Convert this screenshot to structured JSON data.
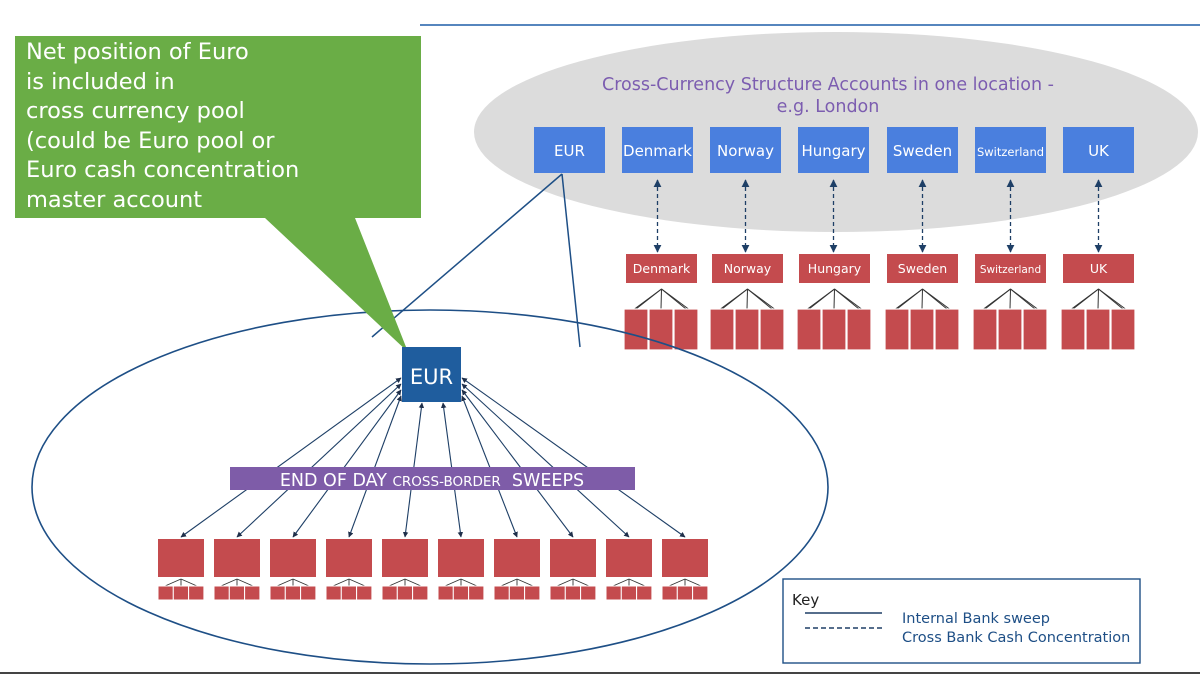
{
  "callout": {
    "text": "Net position of Euro\n is included in\ncross currency pool\n(could be Euro pool or\nEuro cash concentration\nmaster account"
  },
  "structure": {
    "title_line1": "Cross-Currency Structure  Accounts in one location -",
    "title_line2": "e.g. London",
    "currencies": [
      "EUR",
      "Denmark",
      "Norway",
      "Hungary",
      "Sweden",
      "Switzerland",
      "UK"
    ],
    "local_banks": [
      "Denmark",
      "Norway",
      "Hungary",
      "Sweden",
      "Switzerland",
      "UK"
    ]
  },
  "euro_pool": {
    "master_label": "EUR",
    "sweeps_banner": {
      "part1": "END OF DAY ",
      "part2": "CROSS-BORDER",
      "part3": "  SWEEPS"
    },
    "account_count": 10
  },
  "key": {
    "title": "Key",
    "items": [
      {
        "style": "solid",
        "label": "Internal Bank sweep"
      },
      {
        "style": "dashed",
        "label": "Cross Bank Cash Concentration"
      }
    ]
  },
  "colors": {
    "accent_rule": "#1f5fa8",
    "callout_green": "#6aad46",
    "header_blue": "#4a7fde",
    "master_blue": "#1f5d9e",
    "account_red": "#c44b4e",
    "banner_purple": "#7e5ca8",
    "ellipse_grey": "#dcdcdc",
    "title_purple": "#7c5db0",
    "line_navy": "#1e3f66"
  }
}
